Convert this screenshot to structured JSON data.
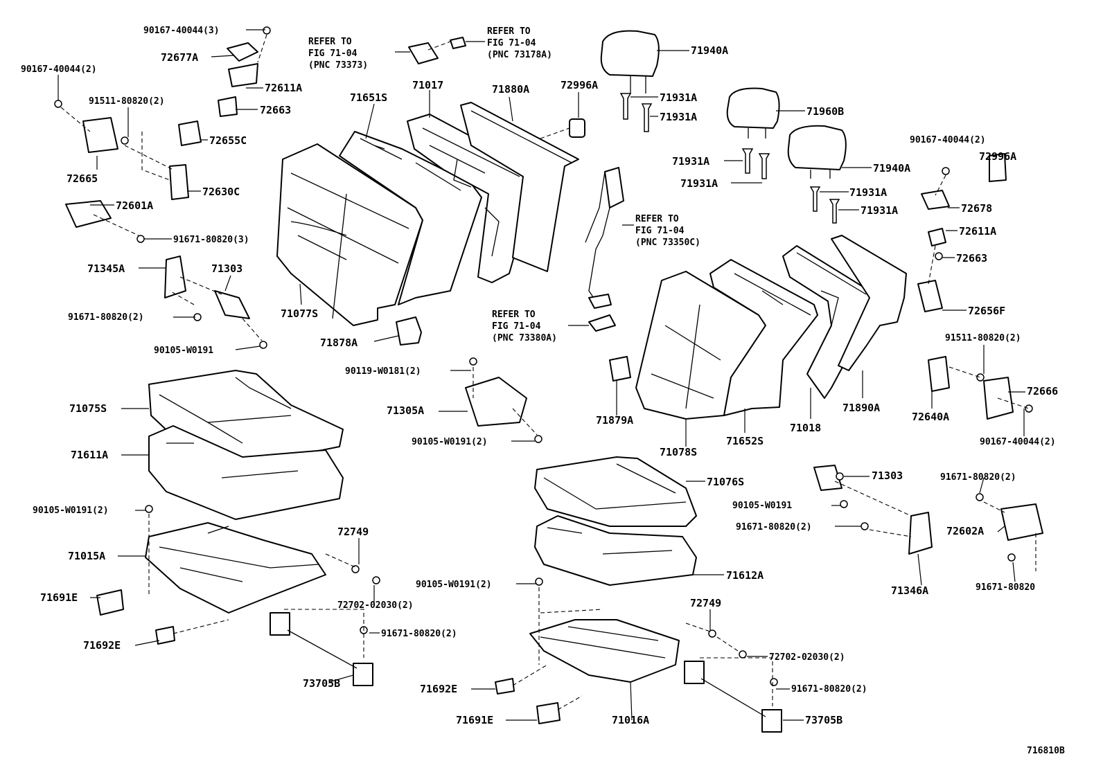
{
  "diagram": {
    "figure_id": "716810B",
    "references": [
      {
        "line1": "REFER TO",
        "line2": "FIG 71-04",
        "line3": "(PNC 73373)"
      },
      {
        "line1": "REFER TO",
        "line2": "FIG 71-04",
        "line3": "(PNC 73178A)"
      },
      {
        "line1": "REFER TO",
        "line2": "FIG 71-04",
        "line3": "(PNC 73350C)"
      },
      {
        "line1": "REFER TO",
        "line2": "FIG 71-04",
        "line3": "(PNC 73380A)"
      }
    ],
    "labels": [
      "90167-40044(3)",
      "72677A",
      "90167-40044(2)",
      "72611A",
      "91511-80820(2)",
      "72663",
      "72655C",
      "72665",
      "72630C",
      "72601A",
      "91671-80820(3)",
      "71345A",
      "71303",
      "91671-80820(2)",
      "90105-W0191",
      "71651S",
      "71017",
      "71880A",
      "72996A",
      "71077S",
      "71878A",
      "71940A",
      "71931A",
      "71931A",
      "71960B",
      "71931A",
      "71931A",
      "71940A",
      "71931A",
      "71931A",
      "90167-40044(2)",
      "72996A",
      "72678",
      "72611A",
      "72663",
      "72656F",
      "91511-80820(2)",
      "72666",
      "72640A",
      "90167-40044(2)",
      "71890A",
      "71018",
      "71652S",
      "71078S",
      "71879A",
      "90119-W0181(2)",
      "71305A",
      "90105-W0191(2)",
      "71075S",
      "71611A",
      "90105-W0191(2)",
      "71015A",
      "72749",
      "72702-02030(2)",
      "71691E",
      "71692E",
      "91671-80820(2)",
      "73705B",
      "71076S",
      "71303",
      "90105-W0191",
      "91671-80820(2)",
      "91671-80820(2)",
      "72602A",
      "71346A",
      "91671-80820",
      "71612A",
      "90105-W0191(2)",
      "72749",
      "72702-02030(2)",
      "91671-80820(2)",
      "71692E",
      "71016A",
      "71691E",
      "73705B"
    ]
  }
}
